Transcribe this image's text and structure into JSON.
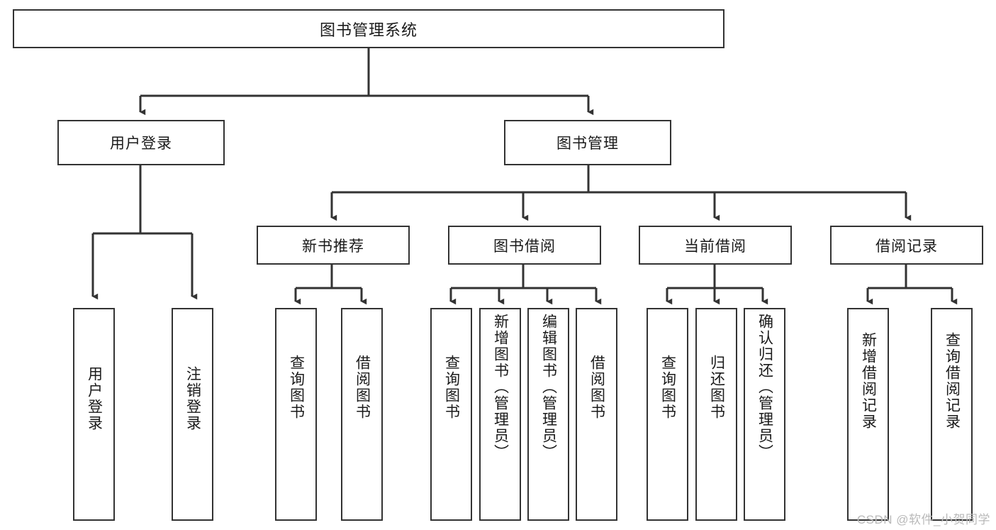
{
  "diagram": {
    "title": "图书管理系统",
    "type": "tree-hierarchy-diagram",
    "colors": {
      "box_border": "#333333",
      "box_fill": "#ffffff",
      "edge": "#333333",
      "text": "#1a1a1a",
      "watermark": "#b9b9b9",
      "background": "#ffffff"
    },
    "root": {
      "label": "图书管理系统"
    },
    "level2": [
      {
        "id": "user-login",
        "label": "用户登录"
      },
      {
        "id": "book-management",
        "label": "图书管理"
      }
    ],
    "level3": [
      {
        "id": "new-book-recommend",
        "label": "新书推荐"
      },
      {
        "id": "book-borrow",
        "label": "图书借阅"
      },
      {
        "id": "current-borrow",
        "label": "当前借阅"
      },
      {
        "id": "borrow-record",
        "label": "借阅记录"
      }
    ],
    "leaves": [
      {
        "id": "leaf-user-login",
        "label": "用户登录",
        "parent": "user-login"
      },
      {
        "id": "leaf-logout-login",
        "label": "注销登录",
        "parent": "user-login"
      },
      {
        "id": "leaf-query-book-1",
        "label": "查询图书",
        "parent": "new-book-recommend"
      },
      {
        "id": "leaf-borrow-book-1",
        "label": "借阅图书",
        "parent": "new-book-recommend"
      },
      {
        "id": "leaf-query-book-2",
        "label": "查询图书",
        "parent": "book-borrow"
      },
      {
        "id": "leaf-add-book-admin",
        "label": "新增图书（管理员）",
        "parent": "book-borrow"
      },
      {
        "id": "leaf-edit-book-admin",
        "label": "编辑图书（管理员）",
        "parent": "book-borrow"
      },
      {
        "id": "leaf-borrow-book-2",
        "label": "借阅图书",
        "parent": "book-borrow"
      },
      {
        "id": "leaf-query-book-3",
        "label": "查询图书",
        "parent": "current-borrow"
      },
      {
        "id": "leaf-return-book",
        "label": "归还图书",
        "parent": "current-borrow"
      },
      {
        "id": "leaf-confirm-return-admin",
        "label": "确认归还（管理员）",
        "parent": "current-borrow"
      },
      {
        "id": "leaf-add-borrow-record",
        "label": "新增借阅记录",
        "parent": "borrow-record"
      },
      {
        "id": "leaf-query-borrow-record",
        "label": "查询借阅记录",
        "parent": "borrow-record"
      }
    ],
    "watermark": "CSDN @软件_小贺同学"
  }
}
